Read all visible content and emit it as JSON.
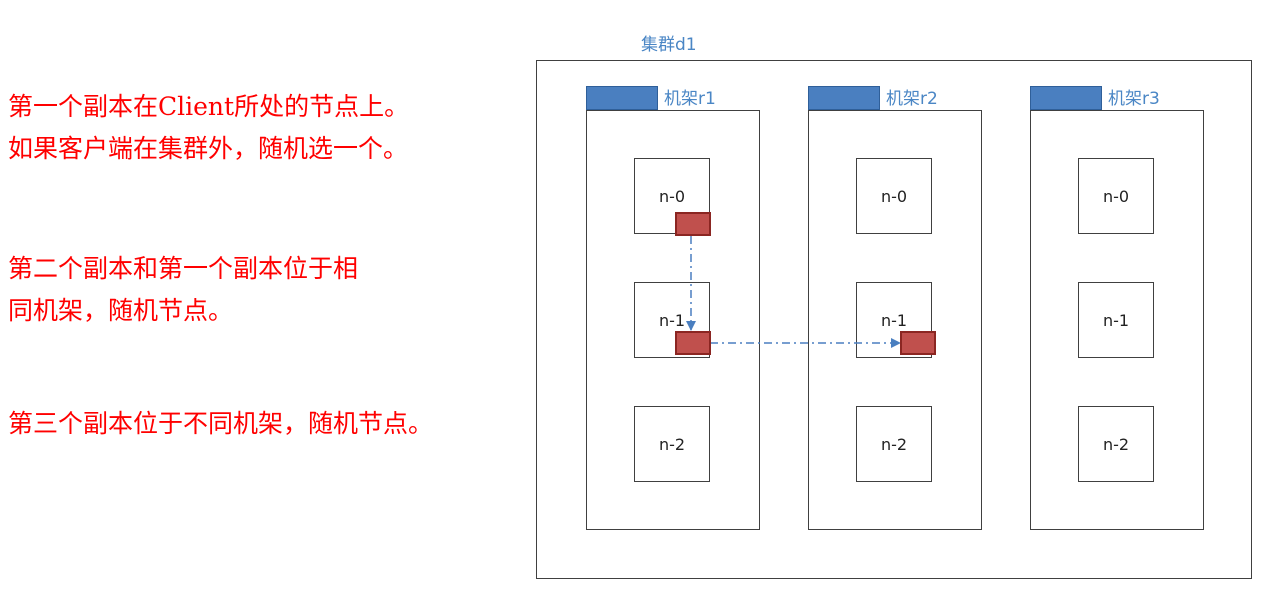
{
  "notes": {
    "first": {
      "line1": "第一个副本在Client所处的节点上。",
      "line2": "如果客户端在集群外，随机选一个。"
    },
    "second": {
      "line1": "第二个副本和第一个副本位于相",
      "line2": "同机架，随机节点。"
    },
    "third": {
      "line1": "第三个副本位于不同机架，随机节点。"
    }
  },
  "cluster": {
    "title": "集群d1",
    "racks": [
      {
        "label": "机架r1",
        "nodes": [
          "n-0",
          "n-1",
          "n-2"
        ]
      },
      {
        "label": "机架r2",
        "nodes": [
          "n-0",
          "n-1",
          "n-2"
        ]
      },
      {
        "label": "机架r3",
        "nodes": [
          "n-0",
          "n-1",
          "n-2"
        ]
      }
    ]
  },
  "colors": {
    "note_text": "#ff0000",
    "label_blue": "#4a86c5",
    "rack_tab": "#4a7fc0",
    "replica_fill": "#c0504d",
    "replica_border": "#8b2622",
    "arrow": "#4a7fc0"
  },
  "replicas": [
    {
      "rack": "机架r1",
      "node": "n-0"
    },
    {
      "rack": "机架r1",
      "node": "n-1"
    },
    {
      "rack": "机架r2",
      "node": "n-1"
    }
  ]
}
